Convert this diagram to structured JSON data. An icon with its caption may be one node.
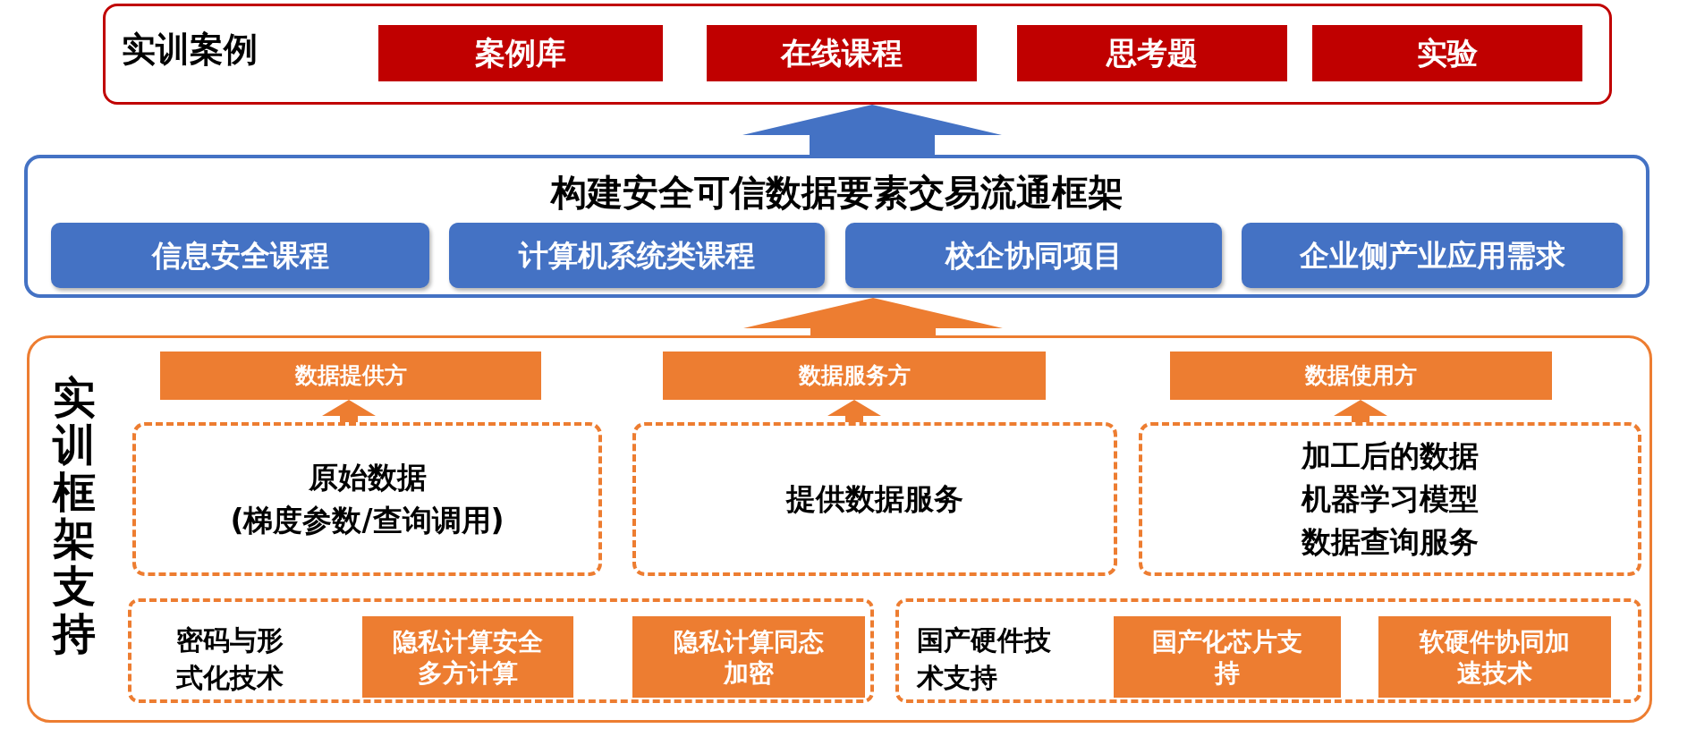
{
  "diagram": {
    "nodes": [
      {
        "text": [
          "实训案例"
        ]
      },
      {
        "text": [
          "案例库"
        ],
        "in": 0
      },
      {
        "text": [
          "在线课程"
        ],
        "in": 0
      },
      {
        "text": [
          "思考题"
        ],
        "in": 0
      },
      {
        "text": [
          "实验"
        ],
        "in": 0
      },
      {
        "text": [
          "构建安全可信数据要素交易流通框架"
        ]
      },
      {
        "text": [
          "信息安全课程"
        ],
        "in": 5
      },
      {
        "text": [
          "计算机系统类课程"
        ],
        "in": 5
      },
      {
        "text": [
          "校企协同项目"
        ],
        "in": 5
      },
      {
        "text": [
          "企业侧产业应用需求"
        ],
        "in": 5
      },
      {
        "text": [
          "实训框架支持"
        ]
      },
      {
        "text": [
          "数据提供方"
        ],
        "in": 10
      },
      {
        "text": [
          "数据服务方"
        ],
        "in": 10
      },
      {
        "text": [
          "数据使用方"
        ],
        "in": 10
      },
      {
        "text": [
          "原始数据",
          "(梯度参数/查询调用)"
        ],
        "in": 10
      },
      {
        "text": [
          "提供数据服务"
        ],
        "in": 10
      },
      {
        "text": [
          "加工后的数据",
          "机器学习模型",
          "数据查询服务"
        ],
        "in": 10
      },
      {
        "text": [
          "密码与形式化技术"
        ],
        "in": 10
      },
      {
        "text": [
          "隐私计算安全多方计算"
        ],
        "in": 17
      },
      {
        "text": [
          "隐私计算同态加密"
        ],
        "in": 17
      },
      {
        "text": [
          "国产硬件技术支持"
        ],
        "in": 10
      },
      {
        "text": [
          "国产化芯片支持"
        ],
        "in": 20
      },
      {
        "text": [
          "软硬件协同加速技术"
        ],
        "in": 20
      }
    ],
    "edges": [
      {
        "from": 5,
        "to": 0,
        "arrow": "to",
        "style": "thick",
        "color": "#4472c4"
      },
      {
        "from": 10,
        "to": 5,
        "arrow": "to",
        "style": "thick"
      },
      {
        "from": 14,
        "to": 11,
        "arrow": "to"
      },
      {
        "from": 15,
        "to": 12,
        "arrow": "to"
      },
      {
        "from": 16,
        "to": 13,
        "arrow": "to"
      }
    ]
  }
}
